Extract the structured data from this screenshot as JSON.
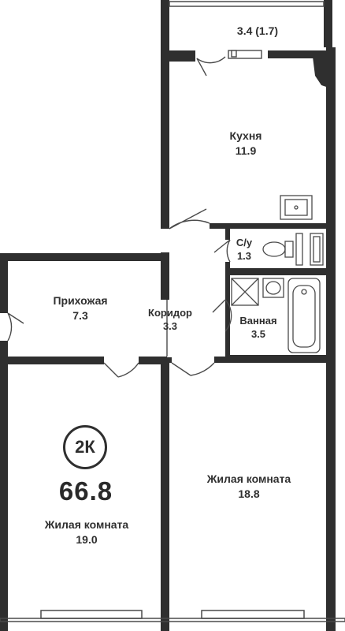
{
  "plan": {
    "apartment_type": "2К",
    "total_area": "66.8",
    "rooms": [
      {
        "id": "balcony",
        "name": "",
        "area": "3.4 (1.7)"
      },
      {
        "id": "kitchen",
        "name": "Кухня",
        "area": "11.9"
      },
      {
        "id": "toilet",
        "name": "С/у",
        "area": "1.3"
      },
      {
        "id": "bathroom",
        "name": "Ванная",
        "area": "3.5"
      },
      {
        "id": "hallway",
        "name": "Прихожая",
        "area": "7.3"
      },
      {
        "id": "corridor",
        "name": "Коридор",
        "area": "3.3"
      },
      {
        "id": "living_left",
        "name": "Жилая комната",
        "area": "19.0"
      },
      {
        "id": "living_right",
        "name": "Жилая комната",
        "area": "18.8"
      }
    ]
  },
  "colors": {
    "wall": "#2f2f2f",
    "line": "#4a4a4a",
    "background": "#ffffff"
  }
}
